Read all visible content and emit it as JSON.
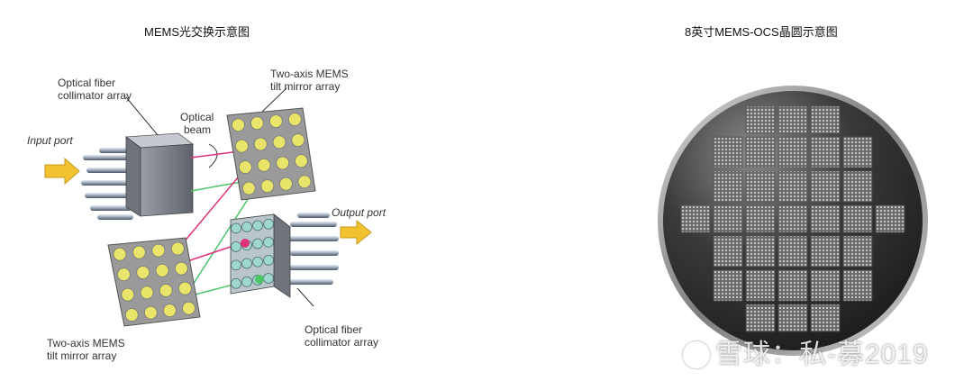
{
  "left_panel": {
    "title": "MEMS光交换示意图",
    "labels": {
      "collimator_top_1": "Optical fiber",
      "collimator_top_2": "collimator array",
      "mirror_top_1": "Two-axis MEMS",
      "mirror_top_2": "tilt mirror array",
      "optical_beam_1": "Optical",
      "optical_beam_2": "beam",
      "input_port": "Input port",
      "output_port": "Output port",
      "mirror_bottom_1": "Two-axis MEMS",
      "mirror_bottom_2": "tilt mirror array",
      "collimator_bottom_1": "Optical fiber",
      "collimator_bottom_2": "collimator array"
    },
    "colors": {
      "mirror": "#e9e46a",
      "frame": "#9a9a9a",
      "arrow": "#f2c230",
      "beam_red": "#e0307a",
      "beam_green": "#4cc46a"
    }
  },
  "right_panel": {
    "title": "8英寸MEMS-OCS晶圆示意图",
    "watermark": "雪球：私-募2019"
  }
}
